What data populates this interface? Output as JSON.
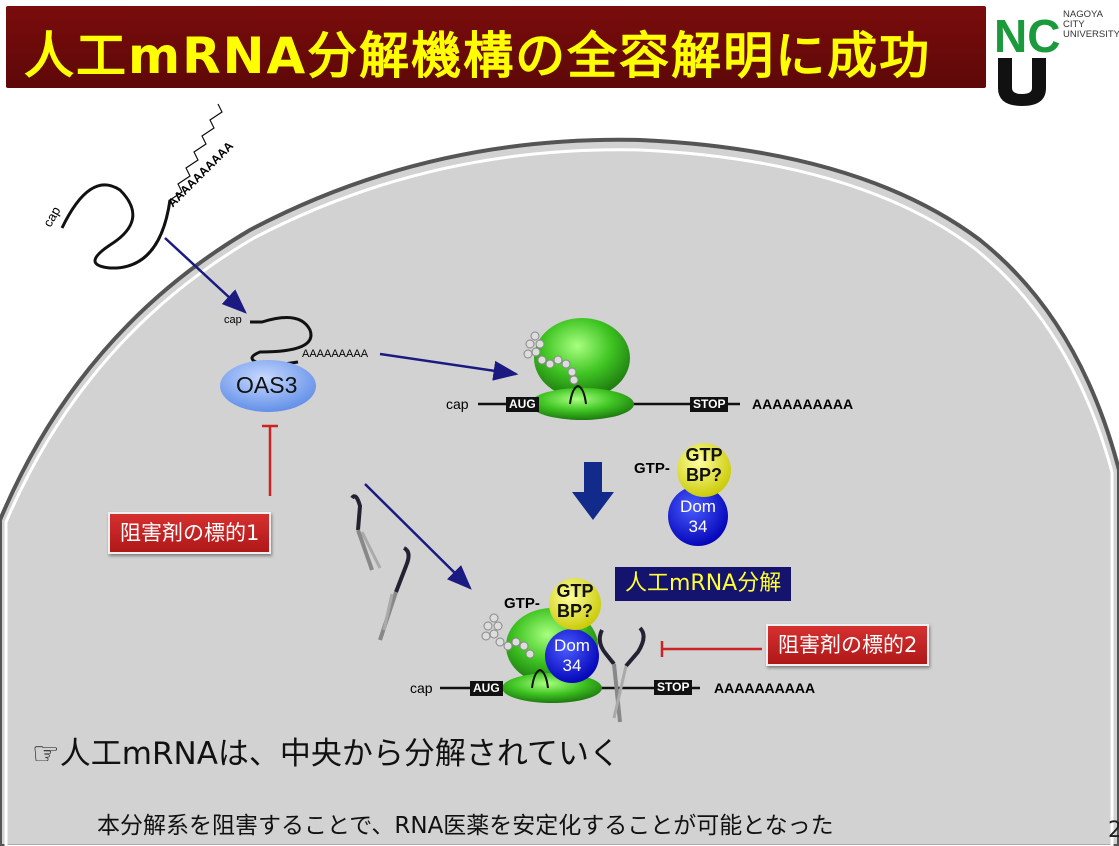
{
  "title": "人工mRNA分解機構の全容解明に成功",
  "logo": {
    "letters": "NC",
    "text": "NAGOYA\nCITY\nUNIVERSITY"
  },
  "mrna_top": {
    "cap": "cap",
    "polya": "AAAAAAAAAA"
  },
  "oas3": {
    "cap": "cap",
    "polya": "AAAAAAAAA",
    "label": "OAS3"
  },
  "ribosome_top": {
    "cap": "cap",
    "start": "AUG",
    "stop": "STOP",
    "polya": "AAAAAAAAAA"
  },
  "factor": {
    "gtp": "GTP-",
    "gtpbp_line1": "GTP",
    "gtpbp_line2": "BP?",
    "dom_line1": "Dom",
    "dom_line2": "34"
  },
  "process_label": "人工mRNA分解",
  "ribosome_bottom": {
    "cap": "cap",
    "start": "AUG",
    "stop": "STOP",
    "polya": "AAAAAAAAAA",
    "gtp": "GTP-",
    "gtpbp_line1": "GTP",
    "gtpbp_line2": "BP?",
    "dom_line1": "Dom",
    "dom_line2": "34"
  },
  "inhibitor_target1": "阻害剤の標的1",
  "inhibitor_target2": "阻害剤の標的2",
  "bullet_text": "☞人工mRNAは、中央から分解されていく",
  "summary_text": "本分解系を阻害することで、RNA医薬を安定化することが可能となった",
  "page_number": "2",
  "colors": {
    "title_bg": "#6e0a0a",
    "title_text": "#ffff00",
    "cell": "#d4d4d4",
    "ribosome": "#33bb22",
    "dom34": "#1010dd",
    "gtpbp": "#e0e020",
    "inhibitor": "#cc2222",
    "arrow": "#1a1a80"
  }
}
